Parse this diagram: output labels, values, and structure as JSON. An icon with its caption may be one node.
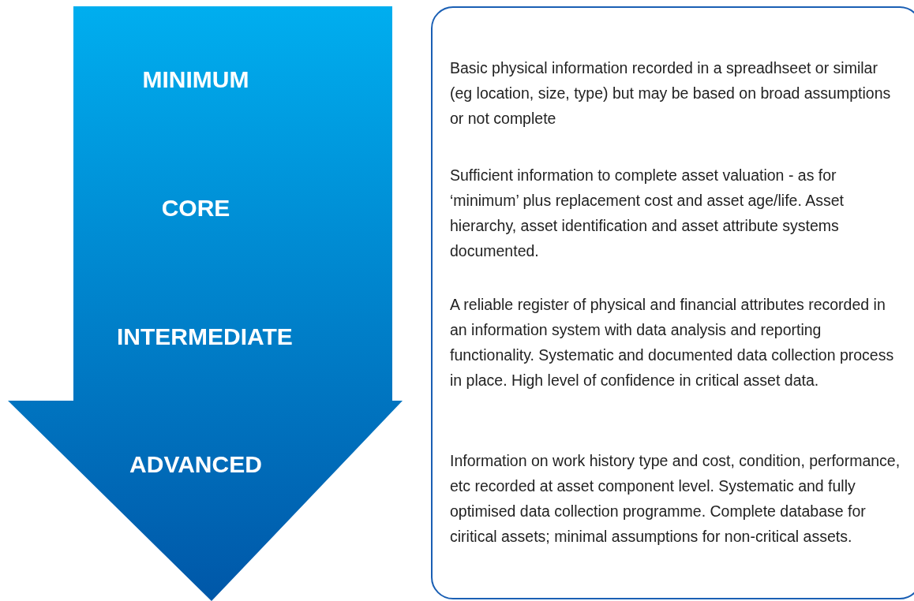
{
  "diagram": {
    "nodes": [
      {
        "text": [
          "MINIMUM",
          "CORE",
          "INTERMEDIATE",
          "ADVANCED"
        ]
      },
      {
        "text": [
          "Basic physical information recorded in a spreadhseet or similar (eg location, size, type) but may be based on broad assumptions or not complete",
          "Sufficient information to complete asset valuation - as for ‘minimum’ plus replacement cost and asset age/life. Asset hierarchy, asset identification and asset attribute systems documented.",
          "A reliable register of physical and financial attributes recorded in an information system with data analysis and reporting functionality. Systematic and documented data collection process in place. High level of confidence in critical asset data.",
          "Information on work history type and cost, condition, performance, etc recorded at asset component level. Systematic and fully optimised data collection programme. Complete database for ciritical assets; minimal assumptions for non-critical assets."
        ]
      }
    ]
  }
}
